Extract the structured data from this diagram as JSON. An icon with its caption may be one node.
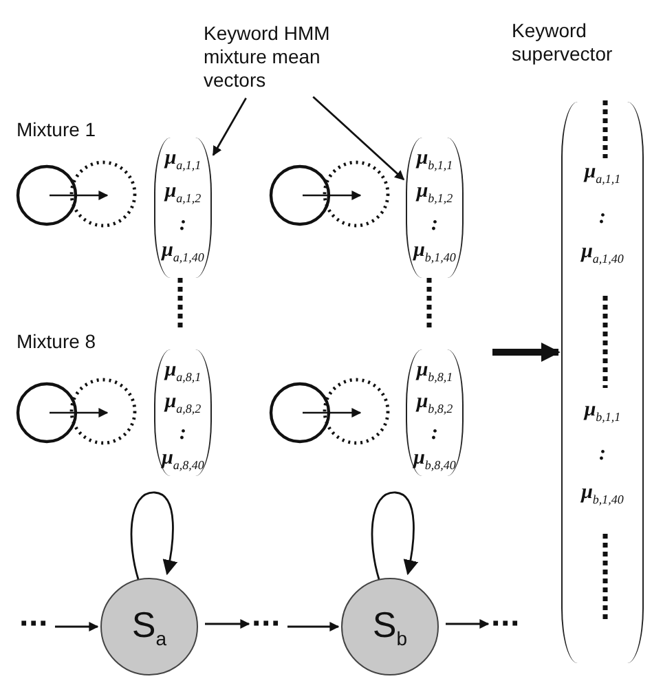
{
  "diagram": {
    "nodes": [
      {
        "text": [
          "Keyword HMM mixture mean vectors"
        ]
      },
      {
        "text": [
          "Keyword supervector",
          "μ$_{a,1,1}$",
          ":",
          "μ$_{a,1,40}$",
          "μ$_{b,1,1}$",
          ":",
          "μ$_{b,1,40}$"
        ]
      },
      {
        "text": [
          "μ$_{a,1,1}$",
          "μ$_{a,1,2}$",
          ":",
          "μ$_{a,1,40}$"
        ]
      },
      {
        "text": [
          "μ$_{b,1,1}$",
          "μ$_{b,1,2}$",
          ":",
          "μ$_{b,1,40}$"
        ]
      },
      {
        "text": [
          "μ$_{a,8,1}$",
          "μ$_{a,8,2}$",
          ":",
          "μ$_{a,8,40}$"
        ]
      },
      {
        "text": [
          "μ$_{b,8,1}$",
          "μ$_{b,8,2}$",
          ":",
          "μ$_{b,8,40}$"
        ]
      },
      {
        "text": [
          "···"
        ]
      },
      {
        "text": [
          "S$_{a}$"
        ]
      },
      {
        "text": [
          "···"
        ]
      },
      {
        "text": [
          "S$_{b}$"
        ]
      },
      {
        "text": [
          "···"
        ]
      }
    ],
    "edges": [
      {
        "from": 0,
        "to": 2,
        "arrow": "to"
      },
      {
        "from": 0,
        "to": 3,
        "arrow": "to"
      },
      {
        "from": null,
        "to": 1,
        "arrow": "to",
        "style": "thick"
      },
      {
        "from": 7,
        "to": 7,
        "arrow": "to"
      },
      {
        "from": 9,
        "to": 9,
        "arrow": "to"
      },
      {
        "from": 6,
        "to": 7,
        "arrow": "to"
      },
      {
        "from": 7,
        "to": 8,
        "arrow": "to"
      },
      {
        "from": 8,
        "to": 9,
        "arrow": "to"
      },
      {
        "from": 9,
        "to": 10,
        "arrow": "to"
      }
    ],
    "labels": [
      "Mixture 1",
      "Mixture 8"
    ]
  }
}
